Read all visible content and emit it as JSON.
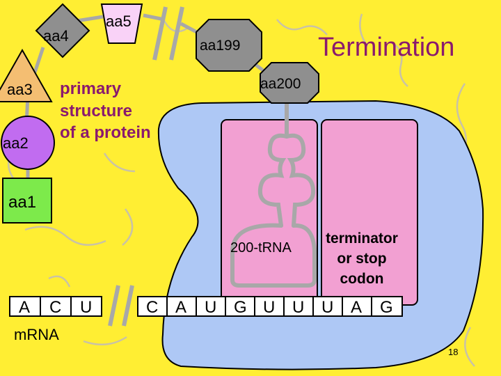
{
  "title": "Termination",
  "amino_acids": {
    "aa1": "aa1",
    "aa2": "aa2",
    "aa3": "aa3",
    "aa4": "aa4",
    "aa5": "aa5",
    "aa199": "aa199",
    "aa200": "aa200"
  },
  "primary_structure": [
    "primary",
    "structure",
    "of a protein"
  ],
  "trna_label": "200-tRNA",
  "terminator": [
    "terminator",
    "or stop",
    "codon"
  ],
  "mrna": {
    "label": "mRNA",
    "left_letters": [
      "A",
      "C",
      "U"
    ],
    "right_letters": [
      "C",
      "A",
      "U",
      "G",
      "U",
      "U",
      "U",
      "A",
      "G"
    ]
  },
  "page_number": "18",
  "colors": {
    "background": "#ffee33",
    "ribosome": "#aec8f5",
    "site": "#f2a0d2",
    "aa1": "#7dea4b",
    "aa2": "#c16cf0",
    "aa3": "#f4be72",
    "aa4": "#8f8f8f",
    "aa5": "#f9d2f7",
    "aa_gray": "#8f8f8f",
    "chain": "#a8a8a8"
  }
}
